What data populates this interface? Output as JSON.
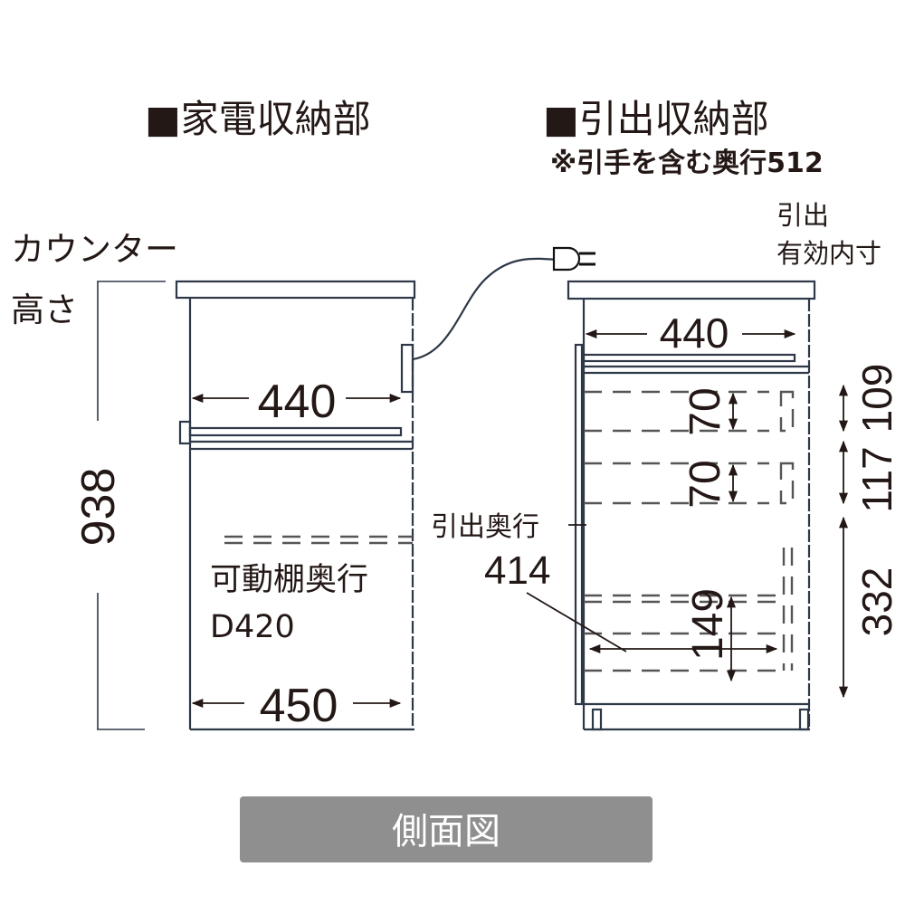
{
  "left": {
    "heading": "■家電収納部",
    "counter_label_1": "カウンター",
    "counter_label_2": "高さ",
    "height_dim": "938",
    "width_top": "440",
    "width_bottom": "450",
    "shelf_label": "可動棚奥行",
    "shelf_depth": "D420"
  },
  "right": {
    "heading": "■引出収納部",
    "note": "※引手を含む奥行512",
    "inner_label_1": "引出",
    "inner_label_2": "有効内寸",
    "width_top": "440",
    "drawer_heights": [
      "70",
      "70",
      "149"
    ],
    "side_dims": [
      "109",
      "117",
      "332"
    ],
    "drawer_depth_label": "引出奥行",
    "drawer_depth": "414"
  },
  "footer": {
    "label": "側面図"
  },
  "colors": {
    "line": "#2e3848",
    "text": "#231815",
    "button": "#8f8f8f"
  }
}
